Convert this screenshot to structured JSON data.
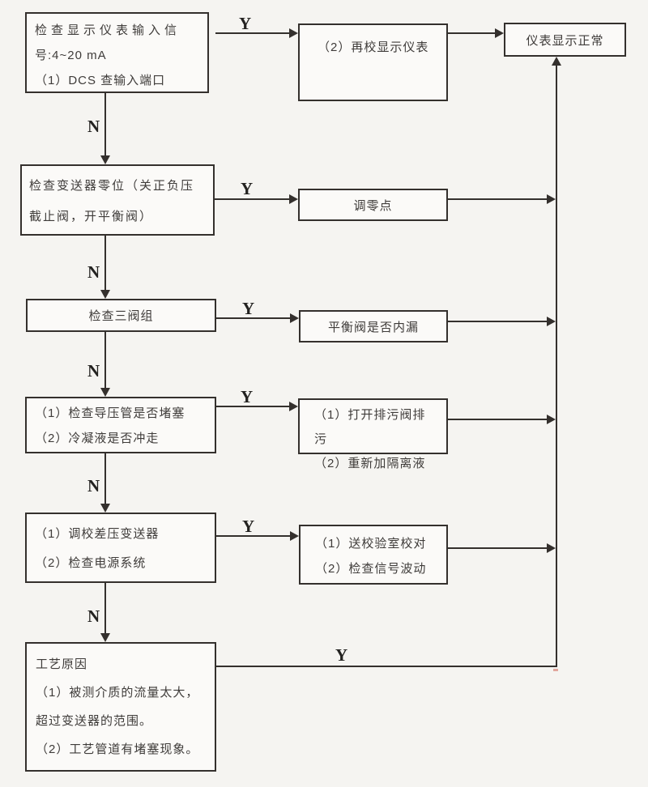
{
  "colors": {
    "background": "#f5f4f1",
    "line": "#34302d",
    "box_fill": "#fbfaf8",
    "text": "#3f3c3a"
  },
  "labels": {
    "yes": "Y",
    "no": "N"
  },
  "boxes": {
    "check_display_input": {
      "lines": [
        "检查显示仪表输入信",
        "号:4~20 mA",
        "（1）DCS 查输入端口"
      ]
    },
    "recalibrate_display": {
      "text": "（2）再校显示仪表"
    },
    "instrument_normal": {
      "text": "仪表显示正常"
    },
    "check_transmitter_zero": {
      "text": "检查变送器零位（关正负压\n截止阀，开平衡阀）"
    },
    "adjust_zero": {
      "text": "调零点"
    },
    "check_three_valve_manifold": {
      "text": "检查三阀组"
    },
    "balance_valve_leak": {
      "text": "平衡阀是否内漏"
    },
    "check_impulse_pipe": {
      "text": "（1）检查导压管是否堵塞\n（2）冷凝液是否冲走"
    },
    "open_drain_valve": {
      "text": "（1）打开排污阀排污\n（2）重新加隔离液"
    },
    "calibrate_dp_transmitter": {
      "text": "（1）调校差压变送器\n（2）检查电源系统"
    },
    "send_to_lab": {
      "text": "（1）送校验室校对\n（2）检查信号波动"
    },
    "process_cause": {
      "text": "工艺原因\n（1）被测介质的流量太大，\n超过变送器的范围。\n（2）工艺管道有堵塞现象。"
    }
  }
}
